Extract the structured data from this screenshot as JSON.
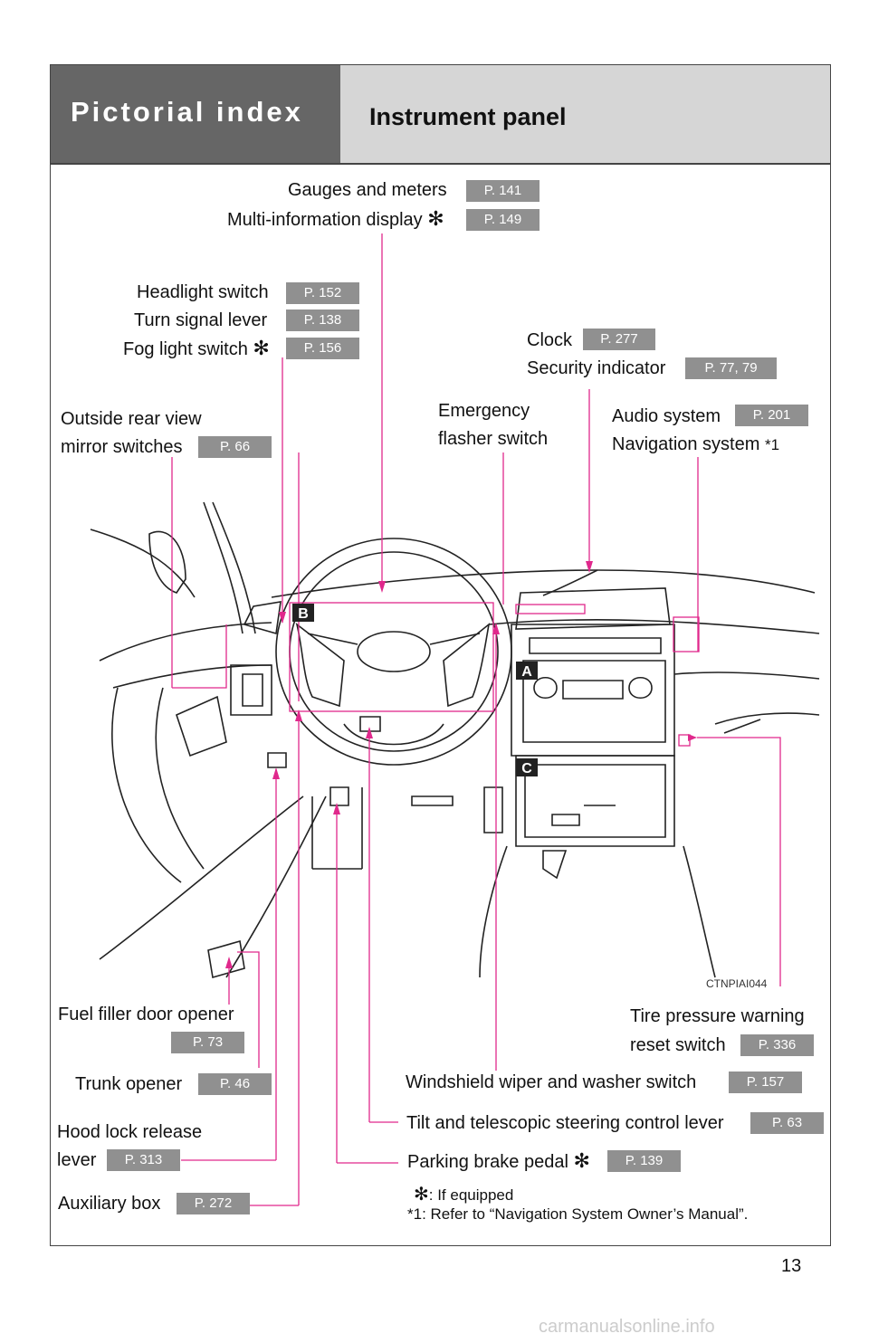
{
  "header": {
    "section_title": "Pictorial index",
    "page_title": "Instrument panel"
  },
  "labels": {
    "gauges": {
      "text": "Gauges and meters",
      "page": "P. 141"
    },
    "multi_info": {
      "text": "Multi-information display",
      "page": "P. 149"
    },
    "headlight": {
      "text": "Headlight switch",
      "page": "P. 152"
    },
    "turn_signal": {
      "text": "Turn signal lever",
      "page": "P. 138"
    },
    "fog_light": {
      "text": "Fog light switch",
      "page": "P. 156"
    },
    "clock": {
      "text": "Clock",
      "page": "P. 277"
    },
    "security": {
      "text": "Security indicator",
      "page": "P. 77, 79"
    },
    "mirror_line1": "Outside rear view",
    "mirror_line2": "mirror switches",
    "mirror_page": "P. 66",
    "emergency_line1": "Emergency",
    "emergency_line2": "flasher switch",
    "audio": {
      "text": "Audio system",
      "page": "P. 201"
    },
    "navigation": {
      "text": "Navigation system",
      "note": "*1"
    },
    "fuel_filler": {
      "text": "Fuel filler door opener",
      "page": "P. 73"
    },
    "tire_line1": "Tire pressure warning",
    "tire_line2": "reset switch",
    "tire_page": "P. 336",
    "trunk": {
      "text": "Trunk opener",
      "page": "P. 46"
    },
    "wiper": {
      "text": "Windshield wiper and washer switch",
      "page": "P. 157"
    },
    "hood_line1": "Hood lock release",
    "hood_line2": "lever",
    "hood_page": "P. 313",
    "tilt": {
      "text": "Tilt and telescopic steering control lever",
      "page": "P. 63"
    },
    "parking": {
      "text": "Parking brake pedal",
      "page": "P. 139"
    },
    "auxiliary": {
      "text": "Auxiliary box",
      "page": "P. 272"
    }
  },
  "asterisk": "✻",
  "illustration": {
    "callout_a": "A",
    "callout_b": "B",
    "callout_c": "C",
    "image_code": "CTNPIAI044"
  },
  "footnotes": {
    "if_equipped": ": If equipped",
    "nav_ref_mark": "*1",
    "nav_ref": ": Refer to “Navigation System Owner’s Manual”."
  },
  "page_number": "13",
  "watermark": "carmanualsonline.info",
  "colors": {
    "leader": "#e0288c",
    "page_badge": "#909090",
    "header_dark": "#666666",
    "header_light": "#d6d6d6"
  }
}
